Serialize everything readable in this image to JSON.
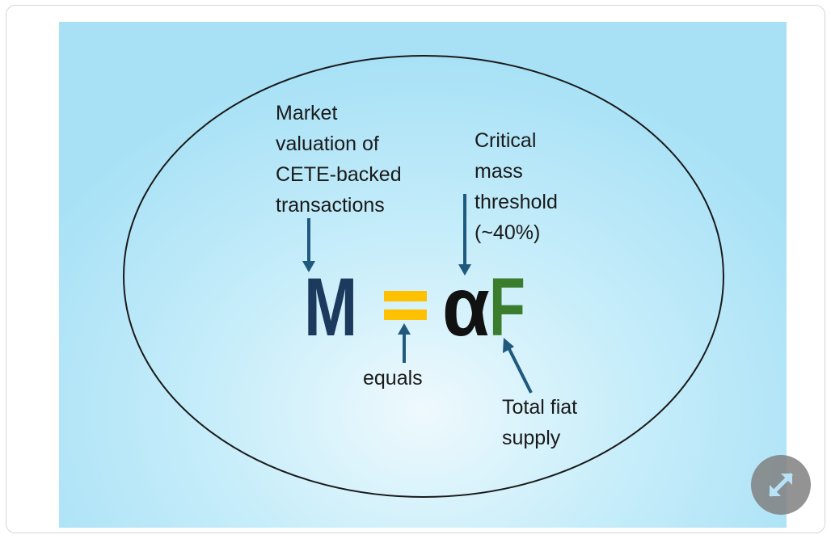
{
  "diagram": {
    "labels": {
      "market_valuation": "Market\nvaluation of\nCETE-backed\ntransactions",
      "critical_mass": "Critical\nmass\nthreshold\n(~40%)",
      "equals": "equals",
      "total_fiat": "Total fiat\nsupply"
    },
    "equation": {
      "M": "M",
      "equals_sign": "=",
      "alpha": "α",
      "F": "F"
    },
    "colors": {
      "M": "#1b3a5e",
      "equals_sign": "#ffc000",
      "alpha": "#111111",
      "F": "#3a7d2c",
      "arrow": "#1f5a7e",
      "ellipse": "#1a1a1a"
    }
  },
  "controls": {
    "expand_icon": "expand-diagonal-icon"
  }
}
